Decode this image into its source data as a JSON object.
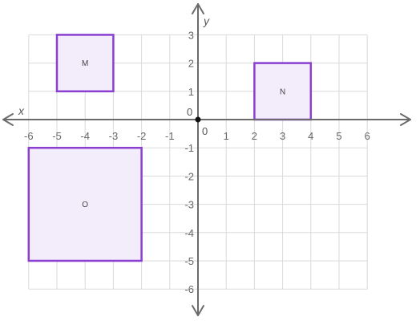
{
  "coordinate_plane": {
    "x_axis": {
      "label": "x",
      "range": [
        -6,
        6
      ],
      "ticks": [
        -6,
        -5,
        -4,
        -3,
        -2,
        -1,
        1,
        2,
        3,
        4,
        5,
        6
      ],
      "tick_labels": [
        "-6",
        "-5",
        "-4",
        "-3",
        "-2",
        "-1",
        "1",
        "2",
        "3",
        "4",
        "5",
        "6"
      ]
    },
    "y_axis": {
      "label": "y",
      "range": [
        -6,
        3
      ],
      "ticks": [
        3,
        2,
        1,
        -1,
        -2,
        -3,
        -4,
        -5,
        -6
      ],
      "tick_labels": [
        "3",
        "2",
        "1",
        "-1",
        "-2",
        "-3",
        "-4",
        "-5",
        "-6"
      ]
    },
    "origin": {
      "x_label": "0",
      "y_label": "0"
    },
    "grid": true,
    "colors": {
      "grid": "#dadada",
      "axes": "#6b6b6b",
      "shape_stroke": "#8a3fd1",
      "shape_fill": "#f3ecfb",
      "origin_point": "#111111"
    }
  },
  "shapes": [
    {
      "label": "M",
      "x_min": -5,
      "x_max": -3,
      "y_min": 1,
      "y_max": 3
    },
    {
      "label": "N",
      "x_min": 2,
      "x_max": 4,
      "y_min": 0,
      "y_max": 2
    },
    {
      "label": "O",
      "x_min": -6,
      "x_max": -2,
      "y_min": -5,
      "y_max": -1
    }
  ]
}
